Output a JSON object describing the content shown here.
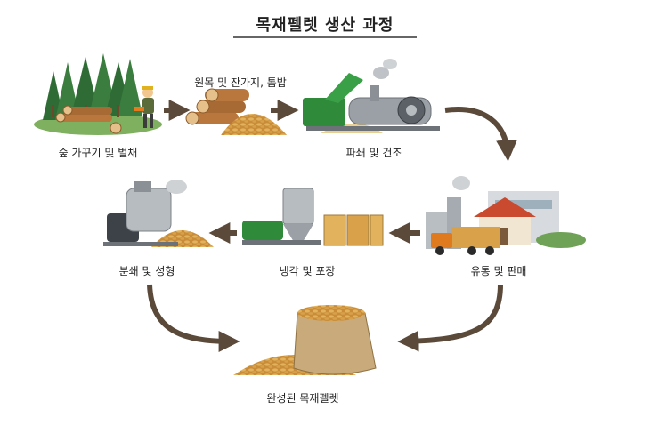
{
  "title": "목재펠렛 생산 과정",
  "steps": {
    "forest": "숲 가꾸기 및 벌채",
    "raw": "원목 및 잔가지, 톱밥",
    "crush_dry": "파쇄 및 건조",
    "distribute": "유통 및 판매",
    "cool_pack": "냉각 및 포장",
    "grind_form": "분쇄 및 성형",
    "final": "완성된 목재펠렛"
  },
  "colors": {
    "arrow": "#5b4a3a",
    "machine_green": "#2f8a3a",
    "pellet": "#d9a24a",
    "wood": "#b9773e",
    "tree": "#2f6b35"
  }
}
